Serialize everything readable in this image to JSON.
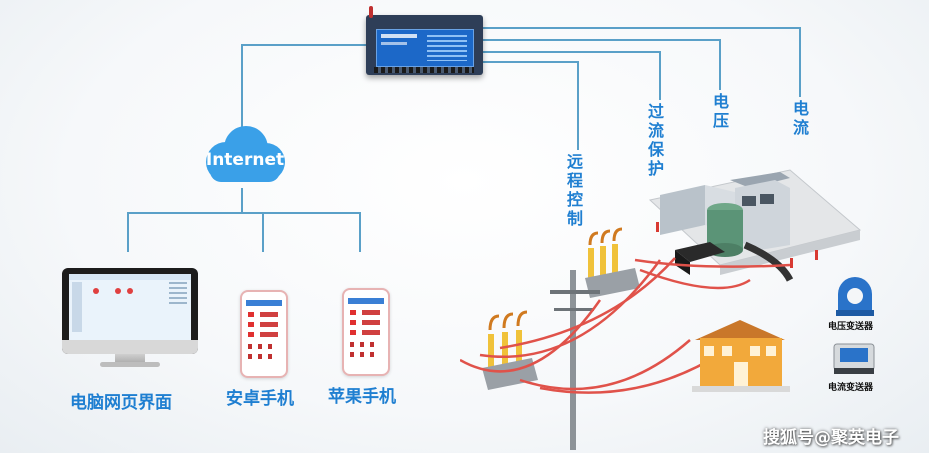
{
  "cloud": {
    "label": "Internet"
  },
  "terminals": {
    "pc": "电脑网页界面",
    "android": "安卓手机",
    "iphone": "苹果手机"
  },
  "functions": {
    "remote_control": "远程控制",
    "overcurrent_protection": "过流保护",
    "voltage": "电压",
    "current": "电流"
  },
  "sensors": {
    "voltage_transmitter": "电压变送器",
    "current_transmitter": "电流变送器"
  },
  "watermark": "搜狐号@聚英电子",
  "colors": {
    "line": "#5aa0c8",
    "accent_blue": "#1f7fd1",
    "cloud": "#3aa0e8",
    "cable": "#e0524a",
    "house": "#f2a93b"
  }
}
